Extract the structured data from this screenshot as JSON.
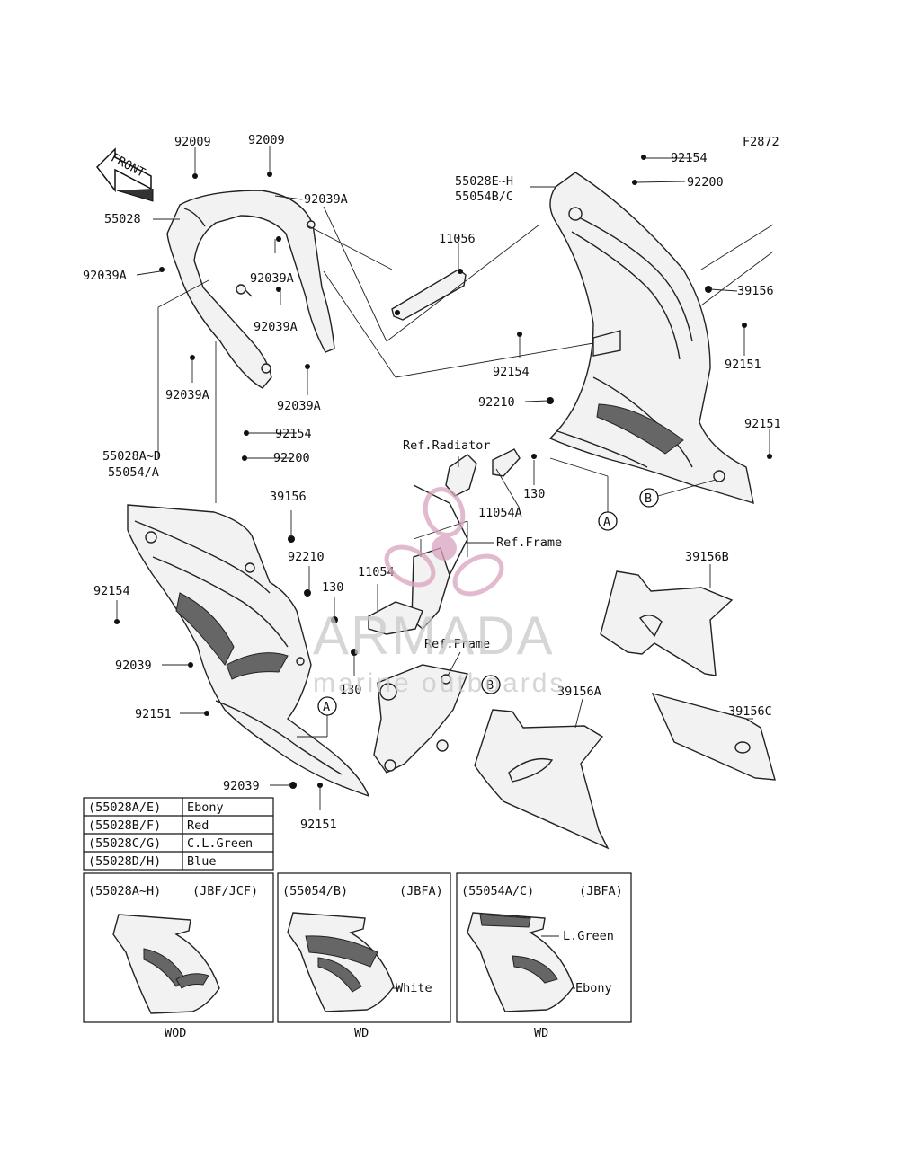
{
  "figure_code": "F2872",
  "front_arrow_label": "FRONT",
  "part_numbers": {
    "p92009_a": "92009",
    "p92009_b": "92009",
    "p55028": "55028",
    "p92039a_1": "92039A",
    "p92039a_2": "92039A",
    "p92039a_3": "92039A",
    "p92039a_4": "92039A",
    "p92039a_5": "92039A",
    "p92039a_6": "92039A",
    "p11056": "11056",
    "p55028e_h": "55028E~H",
    "p55054b_c": "55054B/C",
    "p92154_top": "92154",
    "p92200_top": "92200",
    "p39156_right": "39156",
    "p92154_mid": "92154",
    "p92151_r1": "92151",
    "p92210_mid": "92210",
    "p92151_r2": "92151",
    "p92154_left": "92154",
    "p55028a_d": "55028A~D",
    "p55054_a": "55054/A",
    "p92200_left": "92200",
    "p39156_left": "39156",
    "p92210_left": "92210",
    "p130_top": "130",
    "p11054a": "11054A",
    "p11054": "11054",
    "p130_left": "130",
    "p130_low": "130",
    "p39156b": "39156B",
    "p39156a": "39156A",
    "p39156c": "39156C",
    "p92154_far": "92154",
    "p92039_1": "92039",
    "p92151_l1": "92151",
    "p92039_2": "92039",
    "p92151_l2": "92151"
  },
  "references": {
    "ref_radiator": "Ref.Radiator",
    "ref_frame_1": "Ref.Frame",
    "ref_frame_2": "Ref.Frame"
  },
  "callouts": {
    "a_right": "A",
    "b_right": "B",
    "a_left": "A",
    "b_left": "B"
  },
  "color_table": [
    {
      "code": "(55028A/E)",
      "color": "Ebony"
    },
    {
      "code": "(55028B/F)",
      "color": "Red"
    },
    {
      "code": "(55028C/G)",
      "color": "C.L.Green"
    },
    {
      "code": "(55028D/H)",
      "color": "Blue"
    }
  ],
  "variants": [
    {
      "part": "(55028A~H)",
      "model": "(JBF/JCF)",
      "caption": "WOD",
      "notes": []
    },
    {
      "part": "(55054/B)",
      "model": "(JBFA)",
      "caption": "WD",
      "notes": [
        "White"
      ]
    },
    {
      "part": "(55054A/C)",
      "model": "(JBFA)",
      "caption": "WD",
      "notes": [
        "L.Green",
        "Ebony"
      ]
    }
  ],
  "watermark": {
    "brand": "ARMADA",
    "tagline": "marine outboards",
    "color": "#d9a4bf"
  }
}
